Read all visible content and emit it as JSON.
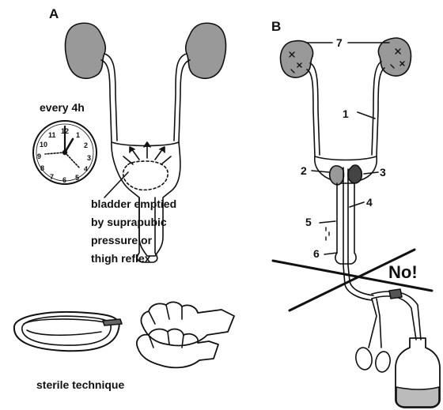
{
  "panel_a": {
    "letter": "A",
    "frequency": "every 4h",
    "bladder_note": "bladder emptied by suprapubic pressure or thigh reflex",
    "sterile_note": "sterile technique",
    "clock_numbers": [
      "12",
      "1",
      "2",
      "3",
      "4",
      "5",
      "6",
      "7",
      "8",
      "9",
      "10",
      "11"
    ]
  },
  "panel_b": {
    "letter": "B",
    "labels": [
      "1",
      "2",
      "3",
      "4",
      "5",
      "6",
      "7"
    ],
    "warning": "No!"
  }
}
